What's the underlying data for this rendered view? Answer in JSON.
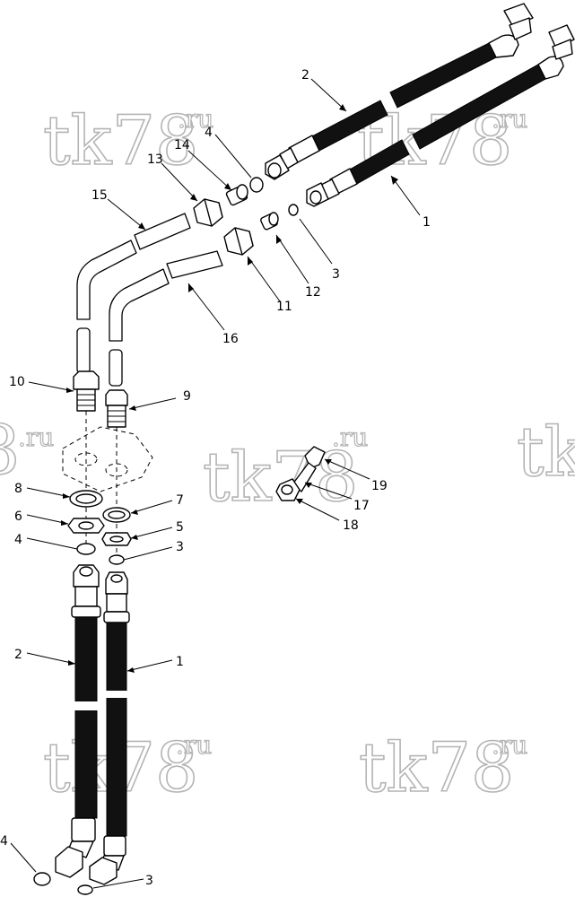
{
  "watermark": {
    "main": "tk78",
    "sup": ".ru",
    "fragment_main": "8",
    "fragment_main_right": "tk"
  },
  "callouts": {
    "c1_top": "1",
    "c2_top": "2",
    "c3_top": "3",
    "c4_top": "4",
    "c11": "11",
    "c12": "12",
    "c13": "13",
    "c14": "14",
    "c15": "15",
    "c16": "16",
    "c10": "10",
    "c9": "9",
    "c8": "8",
    "c7": "7",
    "c6": "6",
    "c5": "5",
    "c4_mid": "4",
    "c3_mid": "3",
    "c2_low": "2",
    "c1_low": "1",
    "c4_bot": "4",
    "c3_bot": "3",
    "c17": "17",
    "c18": "18",
    "c19": "19"
  }
}
